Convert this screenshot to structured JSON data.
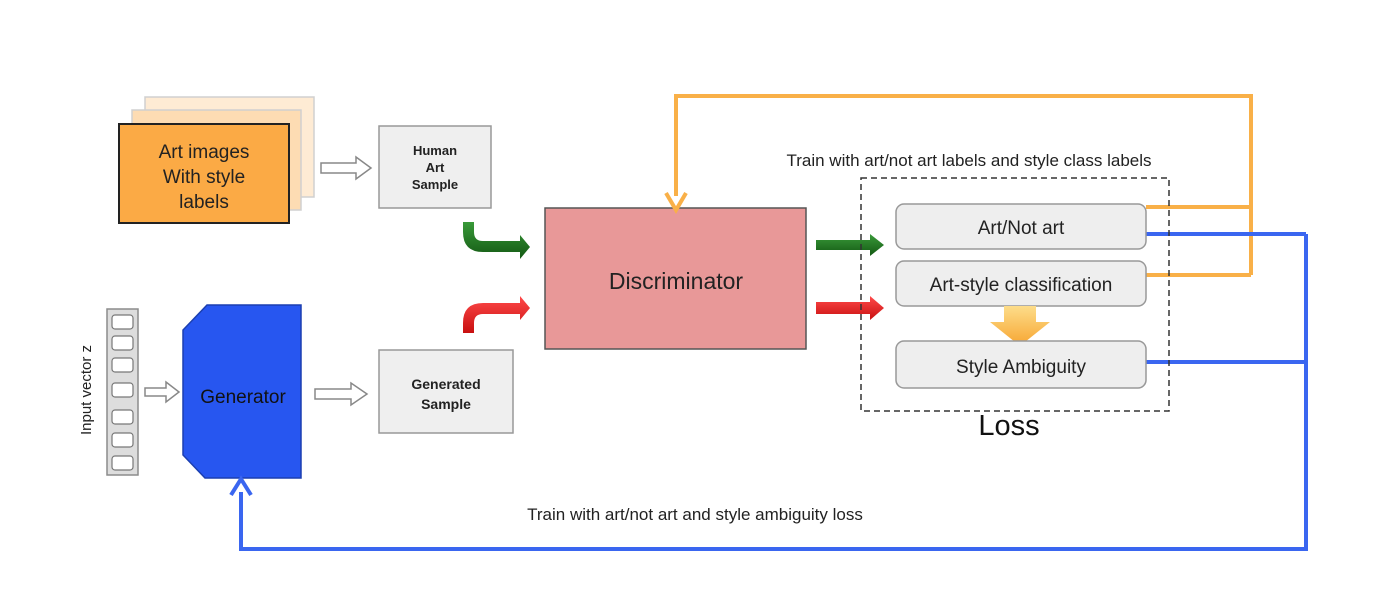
{
  "diagram": {
    "art_images_label": {
      "line1": "Art images",
      "line2": "With style",
      "line3": "labels"
    },
    "human_art_sample": {
      "line1": "Human",
      "line2": "Art",
      "line3": "Sample"
    },
    "input_vector_label": "Input vector z",
    "generator_label": "Generator",
    "generated_sample": {
      "line1": "Generated",
      "line2": "Sample"
    },
    "discriminator_label": "Discriminator",
    "top_caption": "Train with art/not art labels and style class labels",
    "loss_items": {
      "art_not_art": "Art/Not art",
      "art_style_classification": "Art-style classification",
      "style_ambiguity": "Style Ambiguity"
    },
    "loss_label": "Loss",
    "bottom_caption": "Train with art/not art and style ambiguity loss"
  },
  "colors": {
    "orange_box": "#FBAA45",
    "stack_light": "#FDDCB3",
    "stack_lighter": "#FEEBD4",
    "generator_blue": "#2756F0",
    "discriminator_pink": "#E89898",
    "sample_gray": "#EFEFEF",
    "loss_item_gray": "#EEEEEE",
    "feedback_orange": "#F9B048",
    "feedback_blue": "#3A66F0",
    "arrow_green": "#1E6E1E",
    "arrow_red": "#E31E1E"
  }
}
